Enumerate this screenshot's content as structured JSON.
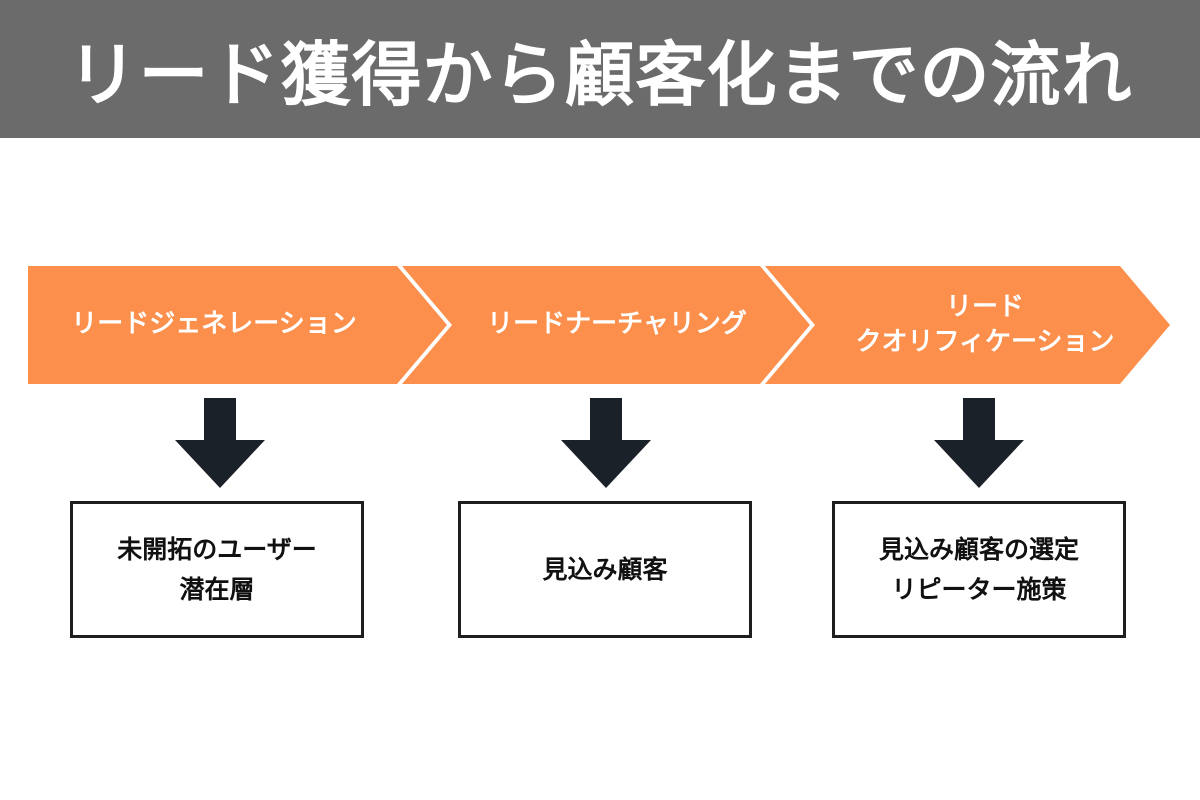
{
  "title": "リード獲得から顧客化までの流れ",
  "colors": {
    "title_bg": "#6b6b6b",
    "stage_fill": "#fc8f4c",
    "arrow_fill": "#1b2129",
    "box_border": "#1e1e1e"
  },
  "stages": [
    {
      "label_lines": [
        "リードジェネレーション"
      ]
    },
    {
      "label_lines": [
        "リードナーチャリング"
      ]
    },
    {
      "label_lines": [
        "リード",
        "クオリフィケーション"
      ]
    }
  ],
  "results": [
    {
      "lines": [
        "未開拓のユーザー",
        "潜在層"
      ]
    },
    {
      "lines": [
        "見込み顧客"
      ]
    },
    {
      "lines": [
        "見込み顧客の選定",
        "リピーター施策"
      ]
    }
  ]
}
